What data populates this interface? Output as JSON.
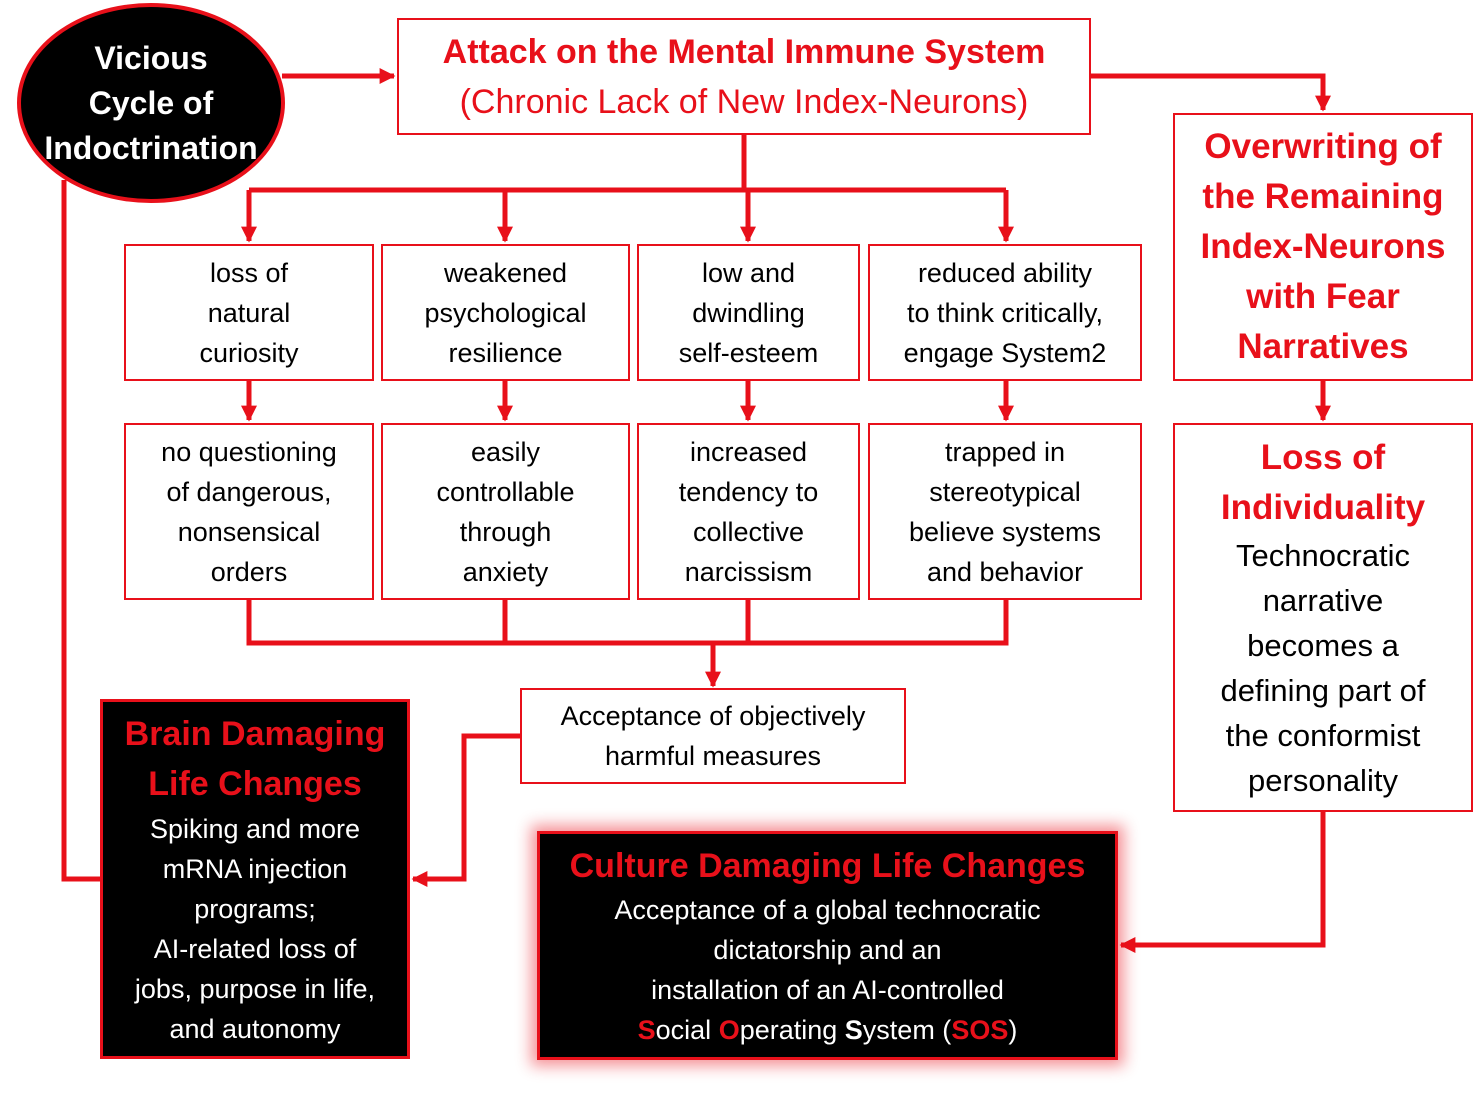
{
  "cycle": {
    "lines": [
      "Vicious",
      "Cycle of",
      "Indoctrination"
    ]
  },
  "attack": {
    "title": "Attack on the Mental Immune System",
    "subtitle": "(Chronic Lack of New Index-Neurons)"
  },
  "overwriting": {
    "lines": [
      "Overwriting of",
      "the Remaining",
      "Index-Neurons",
      "with Fear",
      "Narratives"
    ]
  },
  "effects": [
    {
      "lines": [
        "loss of",
        "natural",
        "curiosity"
      ]
    },
    {
      "lines": [
        "weakened",
        "psychological",
        "resilience"
      ]
    },
    {
      "lines": [
        "low and",
        "dwindling",
        "self-esteem"
      ]
    },
    {
      "lines": [
        "reduced ability",
        "to think critically,",
        "engage System2"
      ]
    }
  ],
  "consequences": [
    {
      "lines": [
        "no questioning",
        "of dangerous,",
        "nonsensical",
        "orders"
      ]
    },
    {
      "lines": [
        "easily",
        "controllable",
        "through",
        "anxiety"
      ]
    },
    {
      "lines": [
        "increased",
        "tendency to",
        "collective",
        "narcissism"
      ]
    },
    {
      "lines": [
        "trapped in",
        "stereotypical",
        "believe systems",
        "and behavior"
      ]
    }
  ],
  "acceptance": {
    "lines": [
      "Acceptance of objectively",
      "harmful measures"
    ]
  },
  "individuality": {
    "title_lines": [
      "Loss of",
      "Individuality"
    ],
    "body_lines": [
      "Technocratic",
      "narrative",
      "becomes a",
      "defining part of",
      "the conformist",
      "personality"
    ]
  },
  "brain": {
    "title_lines": [
      "Brain Damaging",
      "Life Changes"
    ],
    "body_lines": [
      "Spiking and more",
      "mRNA injection",
      "programs;",
      "AI-related loss of",
      "jobs, purpose in life,",
      "and autonomy"
    ]
  },
  "culture": {
    "title": "Culture Damaging Life Changes",
    "body_lines": [
      "Acceptance of a global technocratic",
      "dictatorship and an",
      "installation of an AI-controlled"
    ],
    "sos_line": {
      "s_initial": "S",
      "s_rest": "ocial ",
      "o_initial": "O",
      "o_rest": "perating ",
      "sys_initial": "S",
      "sys_rest": "ystem (",
      "acronym": "SOS",
      "close": ")"
    }
  },
  "colors": {
    "accent": "#e8101a",
    "dark": "#000000",
    "light": "#ffffff"
  }
}
